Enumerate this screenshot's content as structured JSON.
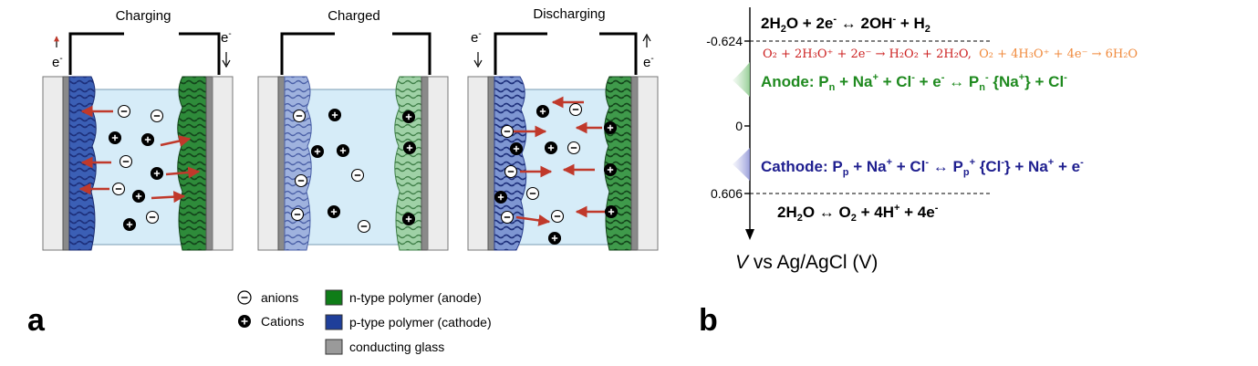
{
  "panel_a": {
    "label": "a",
    "cells": [
      {
        "title": "Charging"
      },
      {
        "title": "Charged"
      },
      {
        "title": "Discharging"
      }
    ],
    "electron_left_charging": "e",
    "electron_right_charging": "e",
    "electron_left_discharging": "e",
    "electron_right_discharging": "e",
    "electron_superscript": "-",
    "legend": {
      "anions": "anions",
      "cations": "Cations",
      "n_type": "n-type polymer (anode)",
      "p_type": "p-type polymer (cathode)",
      "glass": "conducting glass"
    }
  },
  "panel_b": {
    "label": "b",
    "axis_label_v": "V",
    "axis_label_rest": " vs Ag/AgCl (V)",
    "ticks": {
      "top": "-0.624",
      "zero": "0",
      "bottom": "0.606"
    },
    "eq_top": {
      "a": "2H",
      "a_sub": "2",
      "b": "O + 2e",
      "b_sup": "-",
      "c": " ↔ 2OH",
      "c_sup": "-",
      "d": " + H",
      "d_sub": "2"
    },
    "eq_red": "O₂ + 2H₃O⁺ + 2e⁻ → H₂O₂ + 2H₂O,",
    "eq_orange": "O₂ + 4H₃O⁺ + 4e⁻ → 6H₂O",
    "anode": {
      "lead": "Anode: P",
      "lead_sub": "n",
      "mid": " + Na",
      "mid_sup": "+",
      "cl": " + Cl",
      "cl_sup": "-",
      "e": " + e",
      "e_sup": "-",
      "arrow": " ↔ P",
      "p_sub": "n",
      "p_sup": "-",
      "brace": " {Na",
      "brace_sup": "+",
      "end": "} + Cl",
      "end_sup": "-"
    },
    "cathode": {
      "lead": "Cathode: P",
      "lead_sub": "p",
      "mid": " + Na",
      "mid_sup": "+",
      "cl": " + Cl",
      "cl_sup": "-",
      "arrow": " ↔ P",
      "p_sub": "p",
      "p_sup": "+",
      "brace": " {Cl",
      "brace_sup": "-",
      "end": "} + Na",
      "end_sup": "+",
      "e": " + e",
      "e_sup": "-"
    },
    "eq_bottom": {
      "a": "2H",
      "a_sub": "2",
      "b": "O ↔ O",
      "b_sub": "2",
      "c": " + 4H",
      "c_sup": "+",
      "d": " + 4e",
      "d_sup": "-"
    }
  },
  "colors": {
    "anode_green": "#1f8a1f",
    "cathode_blue": "#1f1f8f",
    "red_eq": "#cc1f1f",
    "orange_eq": "#f08a3c",
    "electrolyte": "#d6ecf8",
    "p_polymer": "#3b5fb5",
    "n_polymer": "#2e8b3a",
    "glass_gray": "#8a8a8a",
    "arrow_red": "#c0392b"
  }
}
